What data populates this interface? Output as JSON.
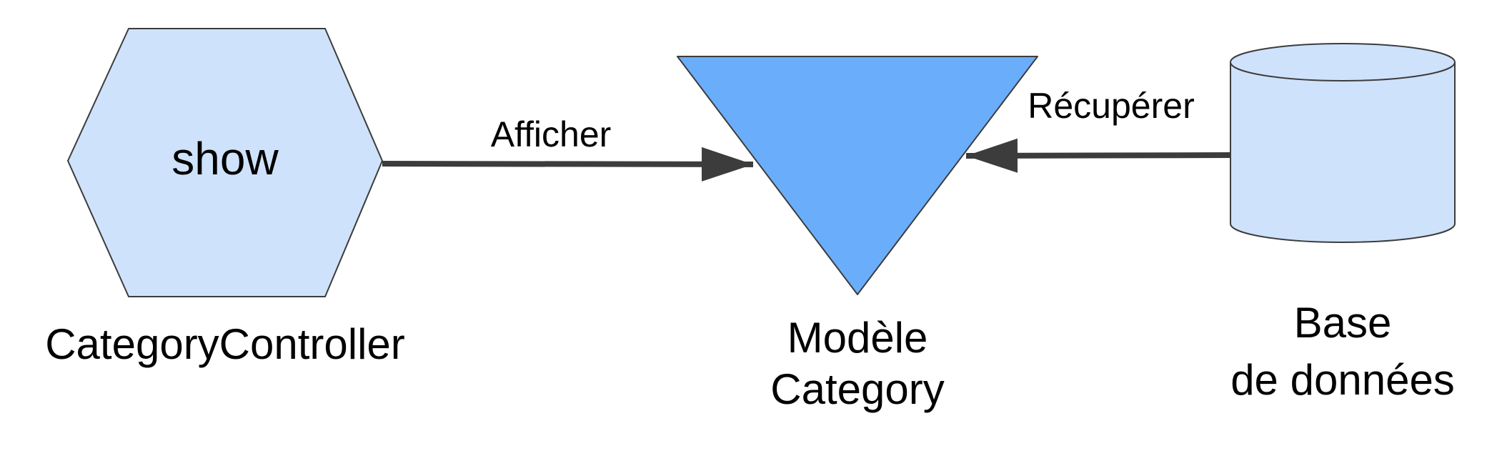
{
  "diagram": {
    "controller": {
      "method_label": "show",
      "name": "CategoryController"
    },
    "model": {
      "line1": "Modèle",
      "line2": "Category"
    },
    "database": {
      "line1": "Base",
      "line2": "de données"
    },
    "arrows": {
      "display_label": "Afficher",
      "retrieve_label": "Récupérer"
    },
    "colors": {
      "light_fill": "#cfe2fb",
      "model_fill": "#6aaefb",
      "stroke": "#3c3c3c",
      "text": "#000000"
    }
  }
}
